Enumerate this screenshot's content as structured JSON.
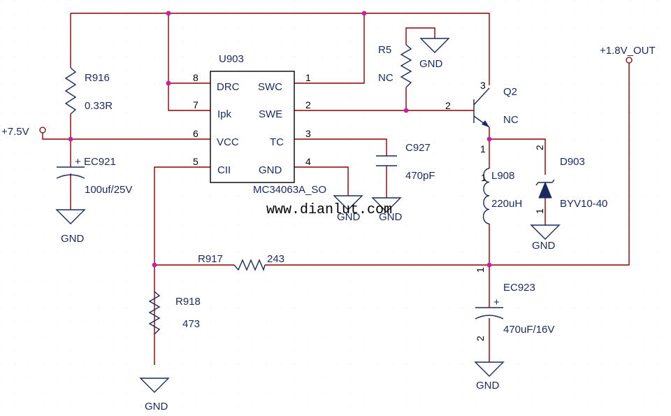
{
  "colors": {
    "wire": "#8b0000",
    "body": "#1b2a5e",
    "junction": "#cc1f9e",
    "grid": "#c8c8c8"
  },
  "watermark": "www.dianlut.com",
  "ports": {
    "input": "+7.5V",
    "output": "+1.8V_OUT"
  },
  "ic": {
    "ref": "U903",
    "part": "MC34063A_SO",
    "pins": [
      {
        "num": "8",
        "name": "DRC"
      },
      {
        "num": "7",
        "name": "Ipk"
      },
      {
        "num": "6",
        "name": "VCC"
      },
      {
        "num": "5",
        "name": "CII"
      },
      {
        "num": "1",
        "name": "SWC"
      },
      {
        "num": "2",
        "name": "SWE"
      },
      {
        "num": "3",
        "name": "TC"
      },
      {
        "num": "4",
        "name": "GND"
      }
    ]
  },
  "components": {
    "r916": {
      "ref": "R916",
      "value": "0.33R"
    },
    "r5": {
      "ref": "R5",
      "value": "NC"
    },
    "q2": {
      "ref": "Q2",
      "value": "NC",
      "pin_c": "3",
      "pin_b": "2",
      "pin_e": "1"
    },
    "c927": {
      "ref": "C927",
      "value": "470pF"
    },
    "ec921": {
      "ref": "EC921",
      "value": "100uf/25V",
      "polarity": "+"
    },
    "l908": {
      "ref": "L908",
      "value": "220uH",
      "pin1": "1"
    },
    "d903": {
      "ref": "D903",
      "value": "BYV10-40",
      "pin_k": "2",
      "pin_a": "1"
    },
    "r917": {
      "ref": "R917",
      "value": "243"
    },
    "r918": {
      "ref": "R918",
      "value": "473"
    },
    "ec923": {
      "ref": "EC923",
      "value": "470uF/16V",
      "polarity": "+",
      "pin1": "1",
      "pin2": "2"
    }
  },
  "gnd_label": "GND",
  "icons": {
    "ground": "ground-icon",
    "resistor": "resistor-icon",
    "capacitor": "capacitor-icon",
    "inductor": "inductor-icon",
    "diode": "diode-icon",
    "transistor": "transistor-icon"
  }
}
